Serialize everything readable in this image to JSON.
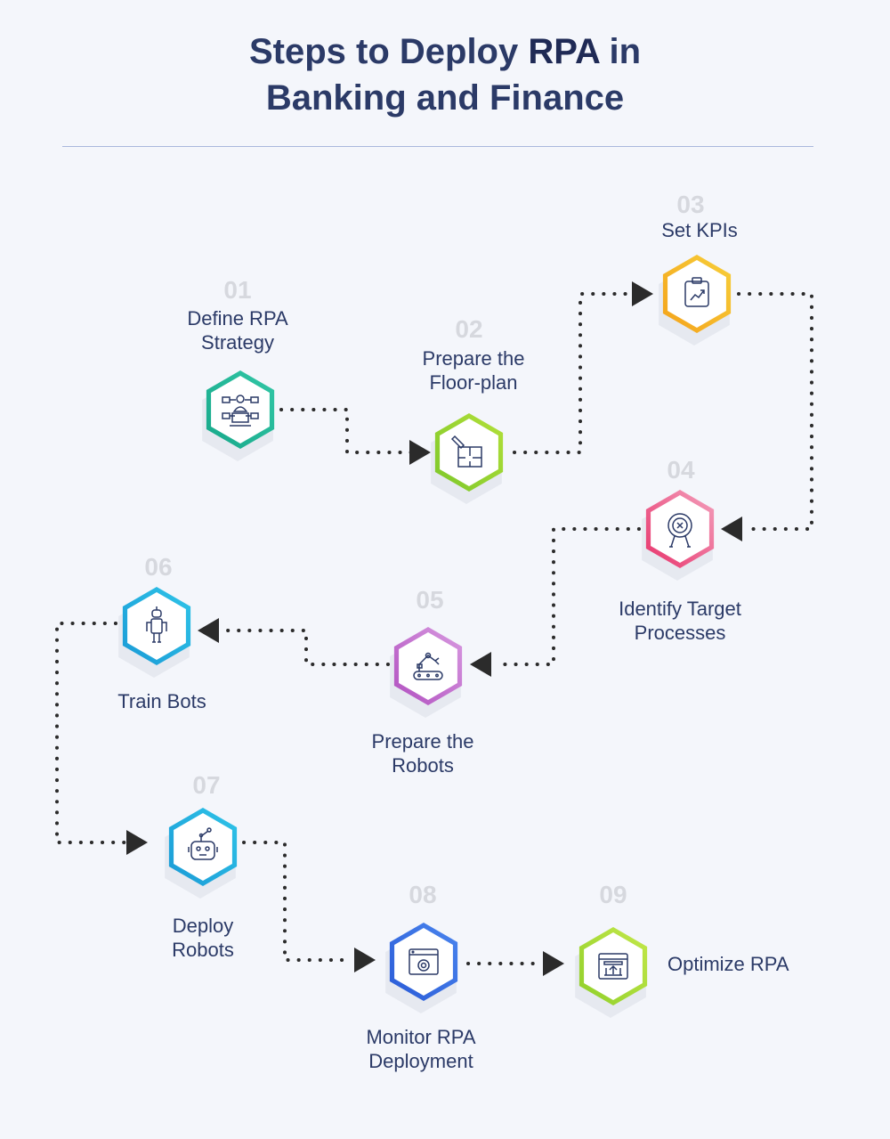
{
  "title": {
    "line1_pre": "Steps to Deploy ",
    "line1_bold": "RPA",
    "line1_post": " in",
    "line2": "Banking and Finance"
  },
  "colors": {
    "text": "#2b3a67",
    "number": "#d6d8de",
    "divider": "#aab8dc"
  },
  "steps": [
    {
      "num": "01",
      "label": "Define RPA\nStrategy",
      "icon": "org-chart-person-icon",
      "color_a": "#17a88a",
      "color_b": "#32c7a6"
    },
    {
      "num": "02",
      "label": "Prepare the\nFloor-plan",
      "icon": "floor-plan-pencil-icon",
      "color_a": "#7cc72a",
      "color_b": "#b3e03a"
    },
    {
      "num": "03",
      "label": "Set KPIs",
      "icon": "kpi-clipboard-chart-icon",
      "color_a": "#f4a21b",
      "color_b": "#f7cf3a"
    },
    {
      "num": "04",
      "label": "Identify Target\nProcesses",
      "icon": "target-board-icon",
      "color_a": "#e8336b",
      "color_b": "#f3a1bd"
    },
    {
      "num": "05",
      "label": "Prepare the\nRobots",
      "icon": "robotic-arm-conveyor-icon",
      "color_a": "#b150c0",
      "color_b": "#d89ae0"
    },
    {
      "num": "06",
      "label": "Train Bots",
      "icon": "humanoid-robot-icon",
      "color_a": "#1a9ad6",
      "color_b": "#2fc4e8"
    },
    {
      "num": "07",
      "label": "Deploy\nRobots",
      "icon": "robot-head-icon",
      "color_a": "#1a9ad6",
      "color_b": "#2fc4e8"
    },
    {
      "num": "08",
      "label": "Monitor RPA\nDeployment",
      "icon": "browser-gear-icon",
      "color_a": "#2a5bd7",
      "color_b": "#4a85ee"
    },
    {
      "num": "09",
      "label": "Optimize RPA",
      "icon": "browser-upload-icon",
      "color_a": "#8fcf2a",
      "color_b": "#c4e84a"
    }
  ]
}
